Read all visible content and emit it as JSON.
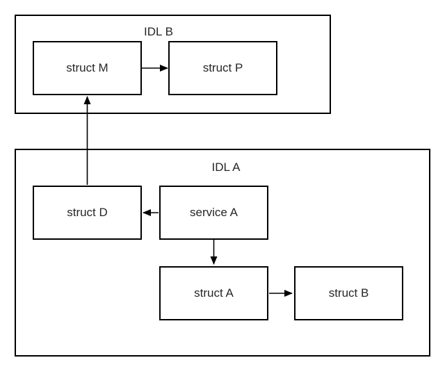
{
  "diagram": {
    "type": "box-and-arrow",
    "containers": [
      {
        "id": "idl-b",
        "label": "IDL B"
      },
      {
        "id": "idl-a",
        "label": "IDL A"
      }
    ],
    "nodes": [
      {
        "id": "struct-m",
        "label": "struct M",
        "container": "IDL B"
      },
      {
        "id": "struct-p",
        "label": "struct P",
        "container": "IDL B"
      },
      {
        "id": "struct-d",
        "label": "struct D",
        "container": "IDL A"
      },
      {
        "id": "service-a",
        "label": "service A",
        "container": "IDL A"
      },
      {
        "id": "struct-a",
        "label": "struct A",
        "container": "IDL A"
      },
      {
        "id": "struct-b",
        "label": "struct B",
        "container": "IDL A"
      }
    ],
    "edges": [
      {
        "from": "struct M",
        "to": "struct P",
        "direction": "right"
      },
      {
        "from": "struct D",
        "to": "struct M",
        "direction": "up"
      },
      {
        "from": "service A",
        "to": "struct D",
        "direction": "left"
      },
      {
        "from": "service A",
        "to": "struct A",
        "direction": "down"
      },
      {
        "from": "struct A",
        "to": "struct B",
        "direction": "right"
      }
    ],
    "colors": {
      "line": "#000000",
      "text": "#262626",
      "background": "#ffffff"
    }
  }
}
